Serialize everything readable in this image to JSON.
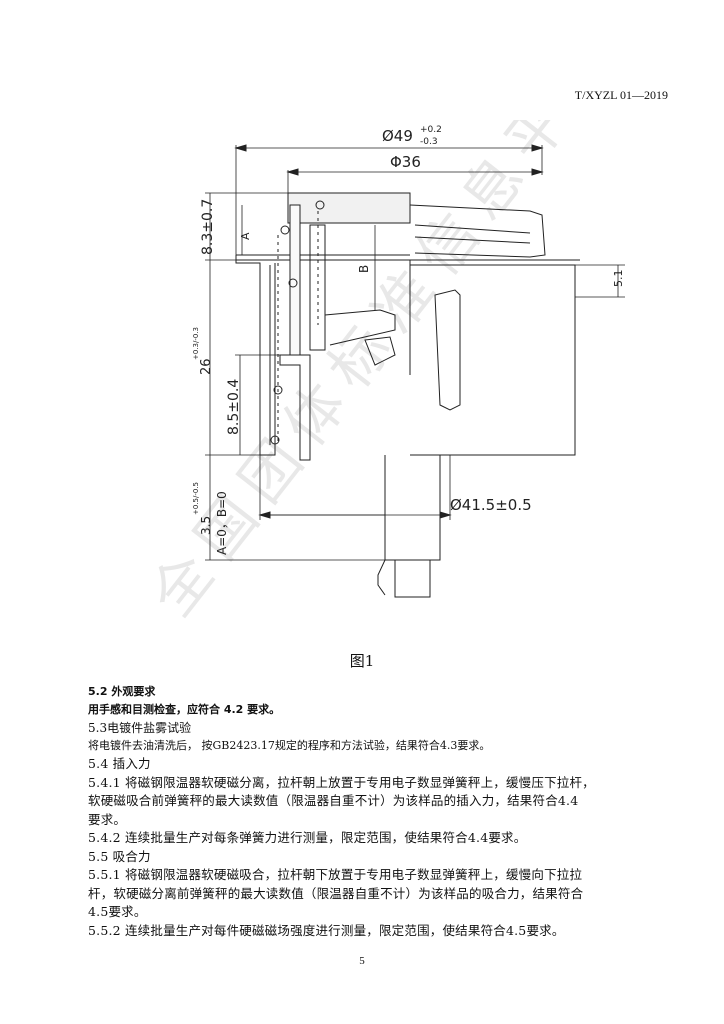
{
  "header": {
    "standard_code": "T/XYZL 01—2019"
  },
  "figure": {
    "caption": "图1",
    "dims": {
      "outer_diameter": "Ø49",
      "outer_tol_upper": "+0.2",
      "outer_tol_lower": "-0.3",
      "inner_diameter": "Φ36",
      "height_top": "8.3±0.7",
      "height_mid_main": "26",
      "height_mid_tol": "+0.3/-0.3",
      "height_low": "8.5±0.4",
      "height_bottom": "3.5",
      "height_bottom_tol": "+0.5/-0.5",
      "ab_condition": "A=0，B=0",
      "label_a": "A",
      "label_b": "B",
      "side_dim": "5.1",
      "bottom_diameter": "Ø41.5±0.5"
    },
    "watermark": "全国团体标准信息平台"
  },
  "sections": [
    {
      "style": "bold",
      "text": "5.2 外观要求"
    },
    {
      "style": "bold",
      "text": "用手感和目测检查，应符合 4.2 要求。"
    },
    {
      "style": "plain",
      "text": "5.3电镀件盐雾试验"
    },
    {
      "style": "small",
      "text": "将电镀件去油清洗后，  按GB2423.17规定的程序和方法试验，结果符合4.3要求。"
    },
    {
      "style": "para",
      "text": "5.4 插入力"
    },
    {
      "style": "para",
      "text": "5.4.1 将磁钢限温器软硬磁分离，拉杆朝上放置于专用电子数显弹簧秤上，缓慢压下拉杆，"
    },
    {
      "style": "para",
      "text": "软硬磁吸合前弹簧秤的最大读数值（限温器自重不计）为该样品的插入力，结果符合4.4"
    },
    {
      "style": "para",
      "text": "要求。"
    },
    {
      "style": "para",
      "text": "5.4.2 连续批量生产对每条弹簧力进行测量，限定范围，使结果符合4.4要求。"
    },
    {
      "style": "para",
      "text": "5.5 吸合力"
    },
    {
      "style": "para",
      "text": "5.5.1 将磁钢限温器软硬磁吸合，拉杆朝下放置于专用电子数显弹簧秤上，缓慢向下拉拉"
    },
    {
      "style": "para",
      "text": "杆，软硬磁分离前弹簧秤的最大读数值（限温器自重不计）为该样品的吸合力，结果符合"
    },
    {
      "style": "para",
      "text": "4.5要求。"
    },
    {
      "style": "para",
      "text": "5.5.2 连续批量生产对每件硬磁磁场强度进行测量，限定范围，使结果符合4.5要求。"
    }
  ],
  "footer": {
    "page_number": "5"
  }
}
